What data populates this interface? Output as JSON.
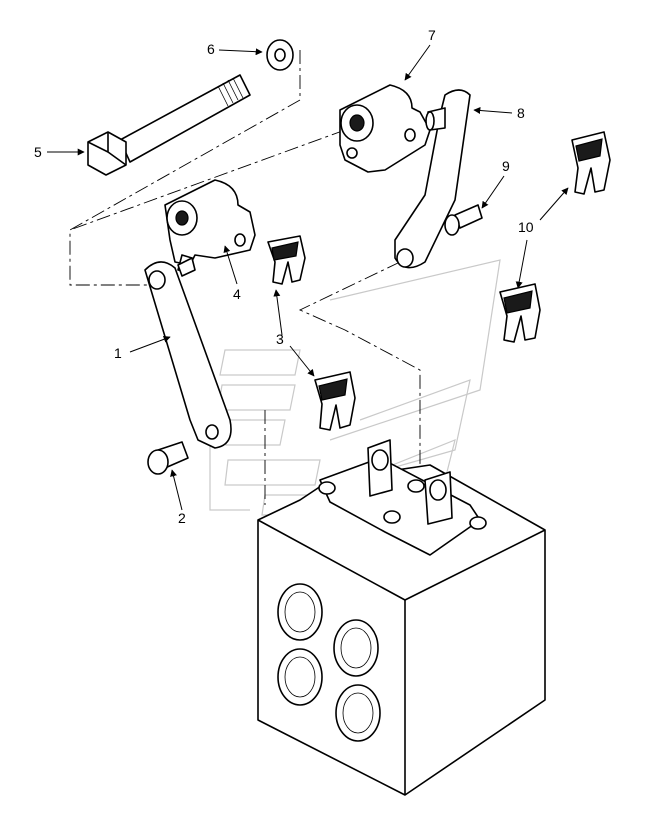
{
  "diagram": {
    "callouts": [
      {
        "id": "c1",
        "label": "1"
      },
      {
        "id": "c2",
        "label": "2"
      },
      {
        "id": "c3",
        "label": "3"
      },
      {
        "id": "c4",
        "label": "4"
      },
      {
        "id": "c5",
        "label": "5"
      },
      {
        "id": "c6",
        "label": "6"
      },
      {
        "id": "c7",
        "label": "7"
      },
      {
        "id": "c8",
        "label": "8"
      },
      {
        "id": "c9",
        "label": "9"
      },
      {
        "id": "c10",
        "label": "10"
      }
    ]
  },
  "colors": {
    "line": "#000000",
    "ghost": "#c9c9c9",
    "background": "#ffffff"
  }
}
